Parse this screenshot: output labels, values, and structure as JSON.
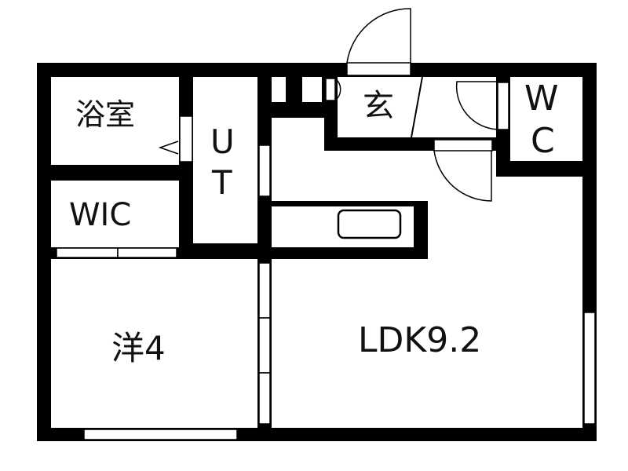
{
  "rooms": {
    "bath": "浴室",
    "wic": "WIC",
    "ut_u": "U",
    "ut_t": "T",
    "entrance": "玄",
    "wc_w": "W",
    "wc_c": "C",
    "western": "洋4",
    "ldk": "LDK9.2"
  },
  "colors": {
    "wall": "#000000",
    "floor": "#ffffff"
  }
}
